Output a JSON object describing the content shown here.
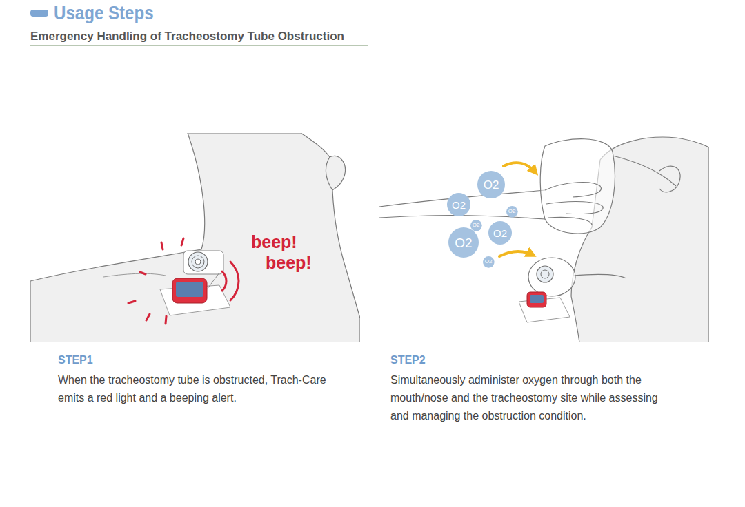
{
  "diagram": {
    "title": "Usage Steps",
    "nodes": [
      {
        "text": [
          "O2"
        ]
      },
      {
        "text": [
          "O2"
        ]
      },
      {
        "text": [
          "O2"
        ]
      },
      {
        "text": [
          "O2"
        ]
      },
      {
        "text": [
          "O2"
        ]
      },
      {
        "text": [
          "O2"
        ]
      },
      {
        "text": [
          "O2"
        ]
      }
    ],
    "labels": [
      "Emergency Handling of Tracheostomy Tube Obstruction",
      "beep!",
      "beep!",
      "STEP1",
      "When the tracheostomy tube is obstructed, Trach-Care emits a red light and a beeping alert.",
      "STEP2",
      "Simultaneously administer oxygen through both the mouth/nose and the tracheostomy site while assessing and managing the obstruction condition."
    ]
  }
}
